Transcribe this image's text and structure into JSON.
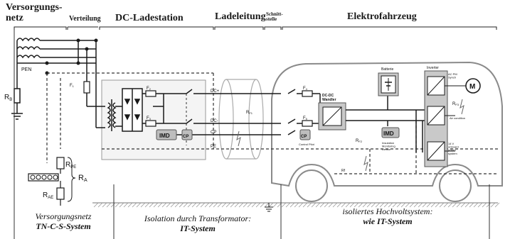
{
  "headers": {
    "versorgungsnetz": "Versorgungs-\nnetz",
    "verteilung": "Verteilung",
    "dc_ladestation": "DC-Ladestation",
    "ladeleitung": "Ladeleitung",
    "schnittstelle": "Schnitt-\nstelle",
    "elektrofahrzeug": "Elektrofahrzeug"
  },
  "captions": {
    "tn_line1": "Versorgungsnetz",
    "tn_line2": "TN-C-S-System",
    "it_line1": "Isolation durch Transformator:",
    "it_line2": "IT-System",
    "hv_line1": "isoliertes Hochvoltsystem:",
    "hv_line2": "wie IT-System"
  },
  "labels": {
    "pen": "PEN",
    "rb": "R",
    "rb_sub": "B",
    "rpe": "R",
    "rpe_sub": "PE",
    "rae": "R",
    "rae_sub": "AE",
    "ra": "R",
    "ra_sub": "A",
    "f1": "F",
    "f1_sub": "1",
    "f2": "F",
    "f2_sub": "2",
    "f3": "F",
    "f3_sub": "3",
    "f4": "F",
    "f4_sub": "4",
    "f5": "F",
    "f5_sub": "5",
    "imd": "IMD",
    "cp": "CP",
    "dc_plus": "DC+",
    "dc_minus": "DC-",
    "cp_line": "CP",
    "pe_line": "PE",
    "rf1": "R",
    "rf1_sub": "F1",
    "rf2": "R",
    "rf2_sub": "F2",
    "rf3": "R",
    "rf3_sub": "F3",
    "rf": "Rf",
    "dcdc": "DC-DC\nWandler",
    "batterie": "Batterie",
    "inverter": "Inverter",
    "control_pilot": "Control Pilot",
    "insulation": "Insulation\nMonitoring\nDevice",
    "motor": "M",
    "ac_pm": "AC PM\nSynch",
    "air_cond": "Air condition",
    "onboard": "14 V\nonboard\npower\nsystem"
  },
  "colors": {
    "line": "#1a1a1a",
    "dashed": "#333333",
    "box_fill": "#c9c9c9",
    "station_fill": "#f2f2f2",
    "car_stroke": "#8a8a8a",
    "ground": "#777777"
  }
}
